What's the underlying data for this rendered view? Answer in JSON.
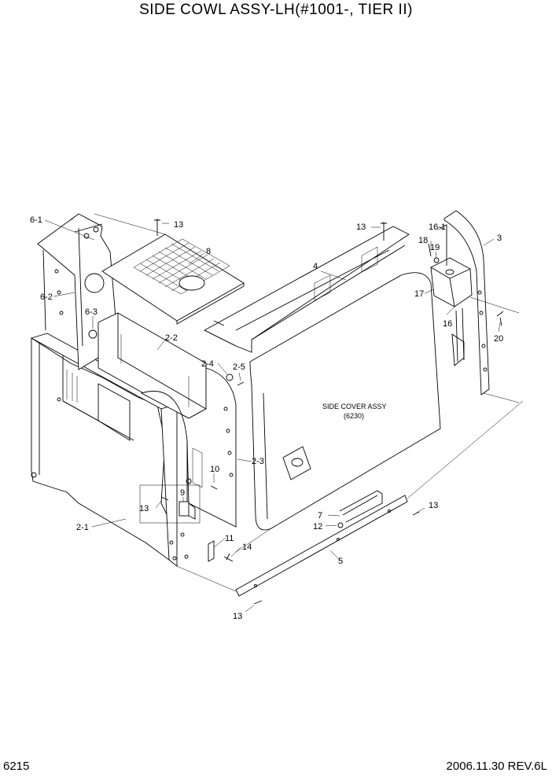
{
  "header": {
    "title": "SIDE COWL ASSY-LH(#1001-, TIER II)"
  },
  "footer": {
    "page": "6215",
    "revision": "2006.11.30  REV.6L"
  },
  "callouts": [
    {
      "id": "c-6-1",
      "label": "6-1"
    },
    {
      "id": "c-13a",
      "label": "13"
    },
    {
      "id": "c-8",
      "label": "8"
    },
    {
      "id": "c-13b",
      "label": "13"
    },
    {
      "id": "c-16-1",
      "label": "16-1"
    },
    {
      "id": "c-3",
      "label": "3"
    },
    {
      "id": "c-18",
      "label": "18"
    },
    {
      "id": "c-19",
      "label": "19"
    },
    {
      "id": "c-4",
      "label": "4"
    },
    {
      "id": "c-17",
      "label": "17"
    },
    {
      "id": "c-6-2",
      "label": "6-2"
    },
    {
      "id": "c-6-3",
      "label": "6-3"
    },
    {
      "id": "c-16",
      "label": "16"
    },
    {
      "id": "c-20",
      "label": "20"
    },
    {
      "id": "c-2-2",
      "label": "2-2"
    },
    {
      "id": "c-2-4",
      "label": "2-4"
    },
    {
      "id": "c-2-5",
      "label": "2-5"
    },
    {
      "id": "c-2-3",
      "label": "2-3"
    },
    {
      "id": "c-10",
      "label": "10"
    },
    {
      "id": "c-9",
      "label": "9"
    },
    {
      "id": "c-13c",
      "label": "13"
    },
    {
      "id": "c-13d",
      "label": "13"
    },
    {
      "id": "c-7",
      "label": "7"
    },
    {
      "id": "c-12",
      "label": "12"
    },
    {
      "id": "c-2-1",
      "label": "2-1"
    },
    {
      "id": "c-11",
      "label": "11"
    },
    {
      "id": "c-14",
      "label": "14"
    },
    {
      "id": "c-5",
      "label": "5"
    },
    {
      "id": "c-13e",
      "label": "13"
    }
  ],
  "side_cover": {
    "name": "SIDE COVER ASSY",
    "ref": "(6230)"
  }
}
